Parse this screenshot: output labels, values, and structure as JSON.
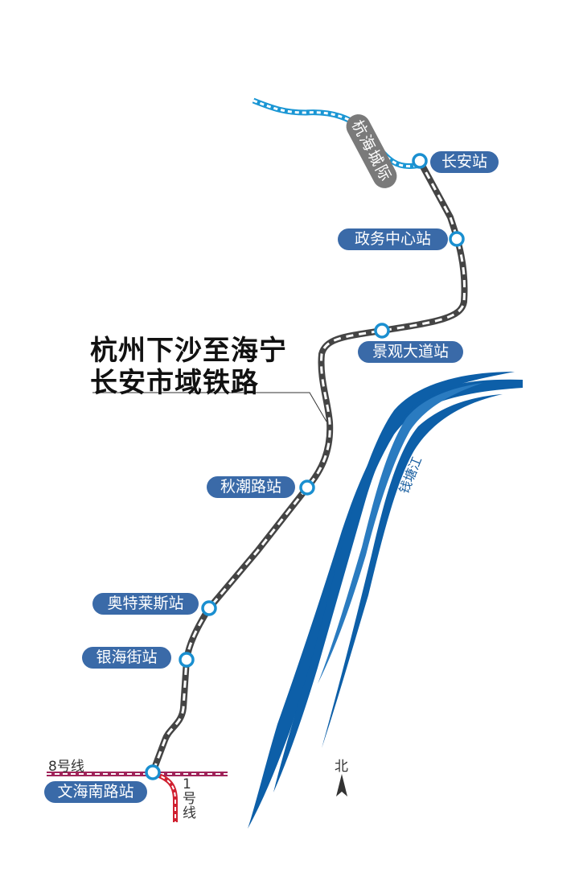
{
  "title": {
    "line1": "杭州下沙至海宁",
    "line2": "长安市域铁路"
  },
  "stations": [
    {
      "name": "长安站"
    },
    {
      "name": "政务中心站"
    },
    {
      "name": "景观大道站"
    },
    {
      "name": "秋潮路站"
    },
    {
      "name": "奥特莱斯站"
    },
    {
      "name": "银海街站"
    },
    {
      "name": "文海南路站"
    }
  ],
  "intercity_label": "杭海城际",
  "river_label": "钱塘江",
  "lines": {
    "line8": "8号线",
    "line1_num": "1",
    "line1_a": "号",
    "line1_b": "线"
  },
  "compass": "北",
  "colors": {
    "route": "#444444",
    "intercity": "#1a96d4",
    "line8": "#a0245a",
    "line1": "#d02030",
    "river": "#0d5fa8",
    "pill": "#3a6aa8",
    "station_ring": "#1a8fd0"
  }
}
